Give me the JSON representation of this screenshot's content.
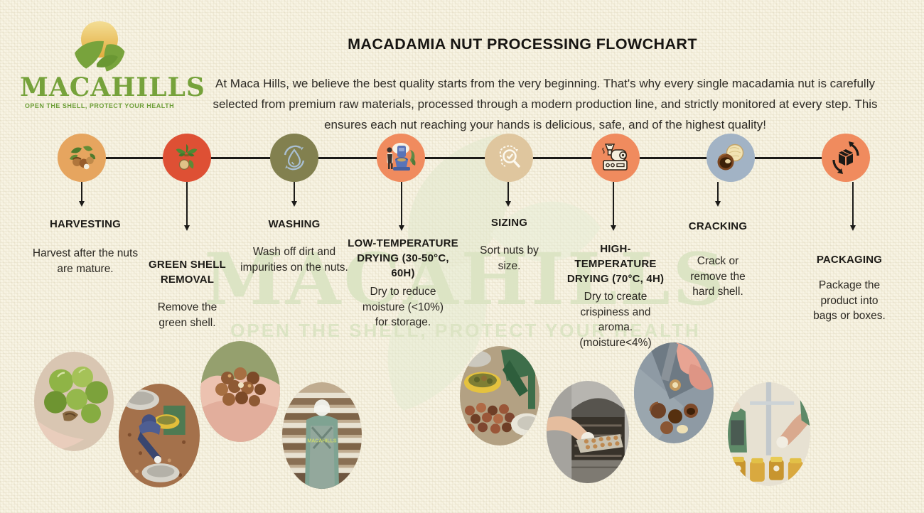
{
  "logo": {
    "brand": "MACAHILLS",
    "tagline": "OPEN THE SHELL, PROTECT YOUR HEALTH"
  },
  "header": {
    "title": "MACADAMIA NUT PROCESSING FLOWCHART",
    "intro": "At Maca Hills, we believe the best quality starts from the very beginning. That's why every single macadamia nut is carefully selected from premium raw materials, processed through a modern production line, and strictly monitored at every step. This ensures each nut reaching your hands is delicious, safe, and of the highest quality!"
  },
  "watermark": {
    "brand": "MACAHILLS",
    "tagline": "OPEN THE SHELL, PROTECT YOUR HEALTH"
  },
  "steps": [
    {
      "label": "HARVESTING",
      "description": "Harvest after the nuts are mature.",
      "icon": "nuts-and-leaves-icon",
      "circle_color": "#E6A55F"
    },
    {
      "label": "GREEN SHELL\nREMOVAL",
      "description": "Remove the green shell.",
      "icon": "leaf-and-nut-icon",
      "circle_color": "#DE5034"
    },
    {
      "label": "WASHING",
      "description": "Wash off dirt and impurities on the nuts.",
      "icon": "water-drop-cycle-icon",
      "circle_color": "#82804F"
    },
    {
      "label": "LOW-TEMPERATURE\nDRYING (30-50°C,\n60H)",
      "description": "Dry to reduce moisture (<10%) for storage.",
      "icon": "drying-machine-icon",
      "circle_color": "#F08B5E"
    },
    {
      "label": "SIZING",
      "description": "Sort nuts by size.",
      "icon": "magnifier-check-icon",
      "circle_color": "#DFC69E"
    },
    {
      "label": "HIGH-\nTEMPERATURE\nDRYING (70°C, 4H)",
      "description": "Dry to create crispiness and aroma. (moisture<4%)",
      "icon": "roaster-machine-icon",
      "circle_color": "#F08B5E"
    },
    {
      "label": "CRACKING",
      "description": "Crack or remove the hard shell.",
      "icon": "cracked-nut-icon",
      "circle_color": "#A2B3C5"
    },
    {
      "label": "PACKAGING",
      "description": "Package the product into bags or boxes.",
      "icon": "box-cycle-icon",
      "circle_color": "#F08B5E"
    }
  ],
  "photos": [
    {
      "name": "green macadamia fruits in hand"
    },
    {
      "name": "worker sorting nuts with bowls"
    },
    {
      "name": "hands holding dried macadamia nuts"
    },
    {
      "name": "worker at drying racks"
    },
    {
      "name": "sizing machine with nut baskets"
    },
    {
      "name": "tray of nuts loaded into oven"
    },
    {
      "name": "cracking hard shells with tool"
    },
    {
      "name": "workers packaging product"
    }
  ],
  "colors": {
    "background": "#F8F4E4",
    "brand_green": "#76A23B",
    "text": "#2B2822",
    "line": "#1B1A18",
    "watermark": "#DCE4C4"
  }
}
